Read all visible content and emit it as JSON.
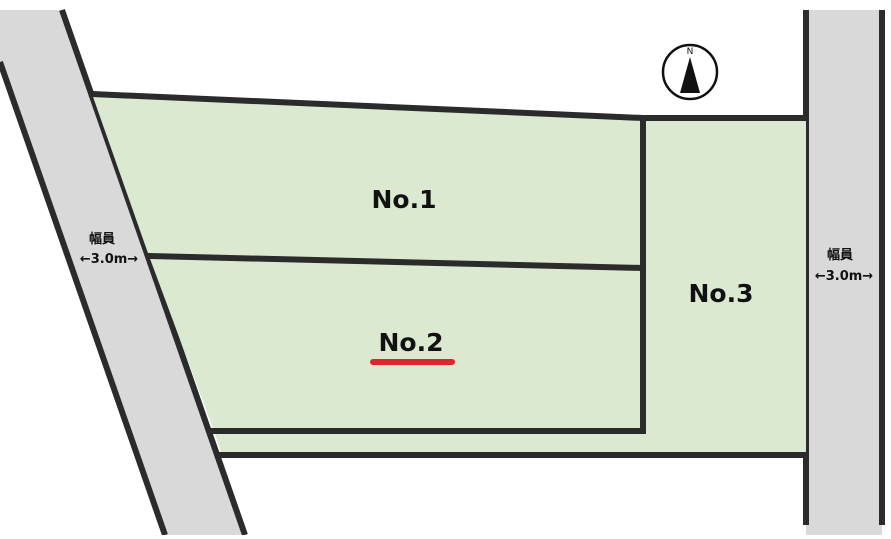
{
  "colors": {
    "lot_fill": "#dbe9d1",
    "road_fill": "#d9d9d9",
    "boundary": "#2b2b2b",
    "highlight": "#e0242b"
  },
  "lots": [
    {
      "label": "No.1"
    },
    {
      "label": "No.2",
      "highlighted": true
    },
    {
      "label": "No.3"
    }
  ],
  "roads": {
    "left": {
      "width_label": "幅員",
      "width_value": "←3.0m→"
    },
    "right": {
      "width_label": "幅員",
      "width_value": "←3.0m→"
    }
  },
  "compass": {
    "label": "N",
    "icon": "north-arrow-icon"
  }
}
